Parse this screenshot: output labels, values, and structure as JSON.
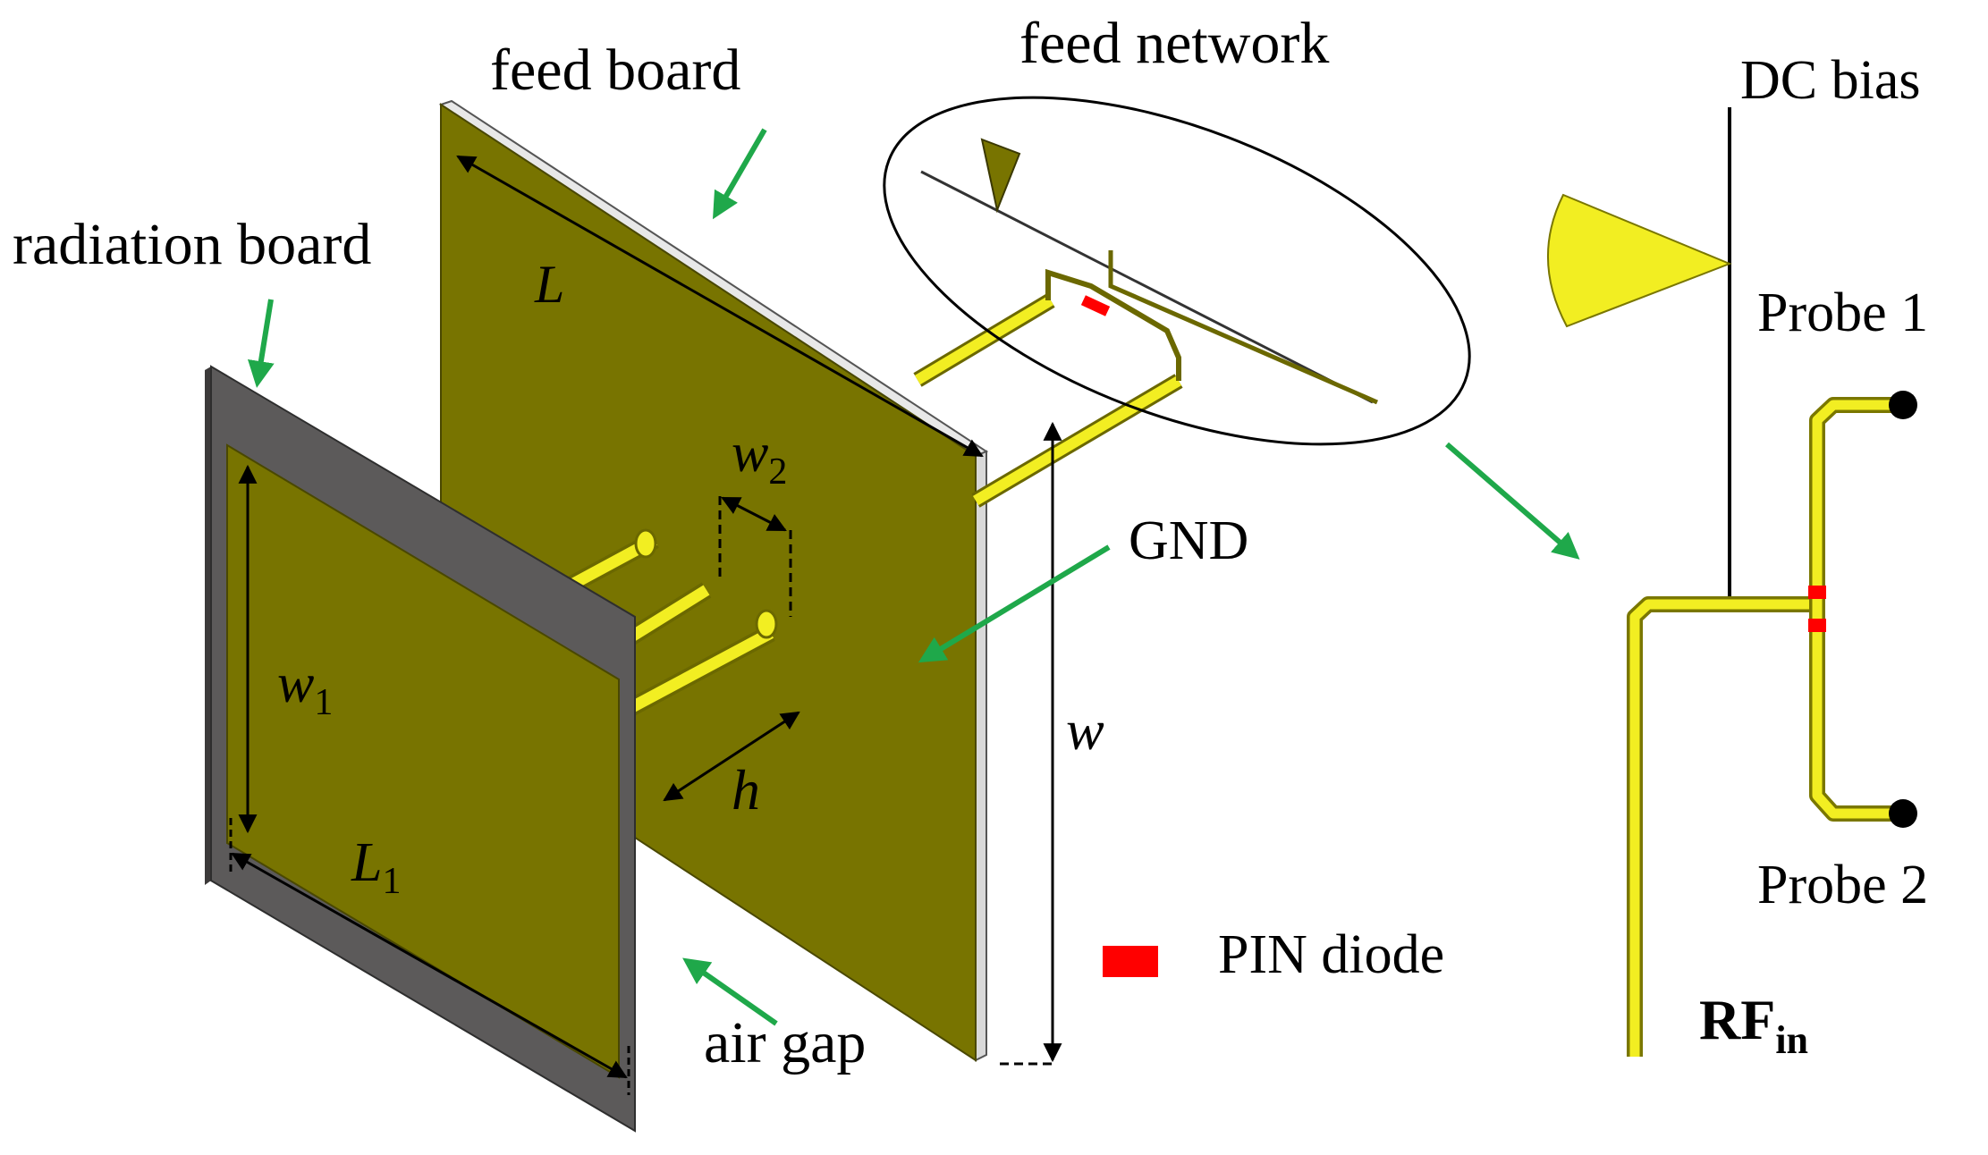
{
  "labels": {
    "feed_board": "feed board",
    "feed_network": "feed network",
    "radiation_board": "radiation board",
    "gnd": "GND",
    "air_gap": "air gap",
    "pin_diode": "PIN diode",
    "dc_bias": "DC bias",
    "probe1": "Probe 1",
    "probe2": "Probe 2",
    "rf_main": "RF",
    "rf_sub": "in"
  },
  "dimensions": {
    "L": "L",
    "L1_main": "L",
    "L1_sub": "1",
    "w": "w",
    "w1_main": "w",
    "w1_sub": "1",
    "w2_main": "w",
    "w2_sub": "2",
    "h": "h"
  },
  "colors": {
    "board_olive": "#787400",
    "board_edge": "#5a5a5a",
    "frame_gray": "#5c5a5a",
    "trace_yellow": "#f2ee22",
    "pin_diode_red": "#ff0000",
    "arrow_green": "#1fa84a"
  }
}
